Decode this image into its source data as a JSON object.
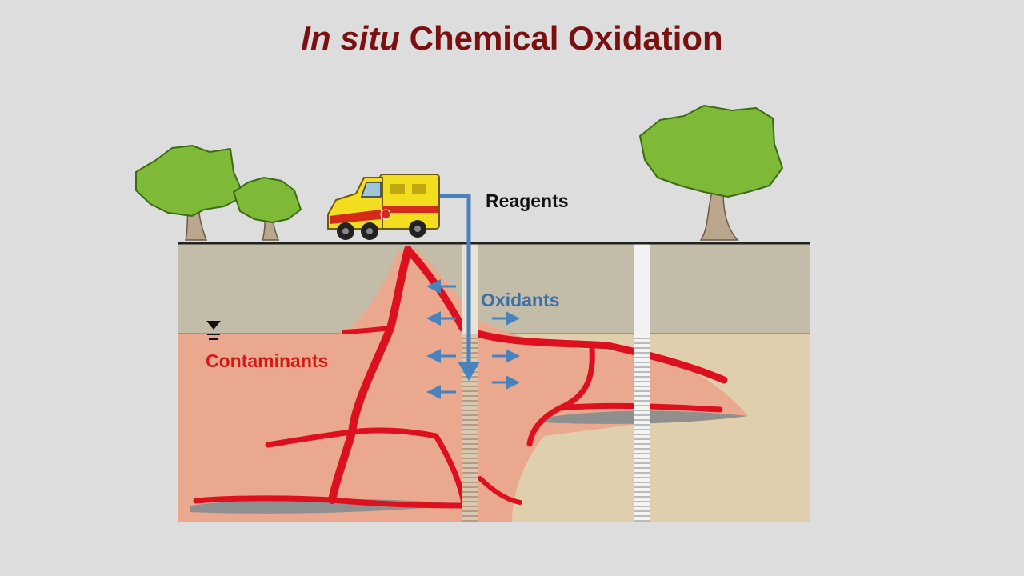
{
  "title": {
    "italic_part": "In situ",
    "rest": " Chemical Oxidation"
  },
  "labels": {
    "reagents": "Reagents",
    "oxidants": "Oxidants",
    "contaminants": "Contaminants"
  },
  "colors": {
    "title": "#7a1010",
    "background": "#dddddd",
    "vadose_zone": "#c2bca8",
    "saturated_zone": "#e0cfac",
    "plume": "#eaa88e",
    "contaminant_veins": "#dd1020",
    "oxidant_arrows": "#4a82bd",
    "tree_foliage": "#7fb938",
    "truck_body": "#f2de1e"
  },
  "icons": [
    "tree-icon",
    "truck-icon",
    "water-table-icon",
    "injection-well-icon",
    "monitoring-well-icon"
  ]
}
